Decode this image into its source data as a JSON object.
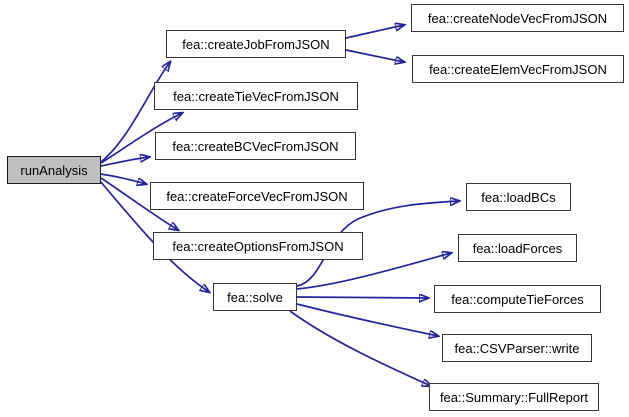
{
  "diagram": {
    "kind": "doxygen-call-graph",
    "root": "runAnalysis",
    "colors": {
      "edge": "#24249c",
      "node_border": "#383838",
      "node_fill": "#ffffff",
      "root_fill": "#bfbfbf",
      "text": "#000000",
      "background": "#ffffff"
    }
  },
  "nodes": [
    {
      "id": "runAnalysis",
      "label": "runAnalysis",
      "role": "root"
    },
    {
      "id": "createJobFromJSON",
      "label": "fea::createJobFromJSON",
      "role": "callee"
    },
    {
      "id": "createTieVecFromJSON",
      "label": "fea::createTieVecFromJSON",
      "role": "callee"
    },
    {
      "id": "createBCVecFromJSON",
      "label": "fea::createBCVecFromJSON",
      "role": "callee"
    },
    {
      "id": "createForceVecFromJSON",
      "label": "fea::createForceVecFromJSON",
      "role": "callee"
    },
    {
      "id": "createOptionsFromJSON",
      "label": "fea::createOptionsFromJSON",
      "role": "callee"
    },
    {
      "id": "solve",
      "label": "fea::solve",
      "role": "callee"
    },
    {
      "id": "createNodeVecFromJSON",
      "label": "fea::createNodeVecFromJSON",
      "role": "callee"
    },
    {
      "id": "createElemVecFromJSON",
      "label": "fea::createElemVecFromJSON",
      "role": "callee"
    },
    {
      "id": "loadBCs",
      "label": "fea::loadBCs",
      "role": "callee"
    },
    {
      "id": "loadForces",
      "label": "fea::loadForces",
      "role": "callee"
    },
    {
      "id": "computeTieForces",
      "label": "fea::computeTieForces",
      "role": "callee"
    },
    {
      "id": "CSVParserWrite",
      "label": "fea::CSVParser::write",
      "role": "callee"
    },
    {
      "id": "SummaryFullReport",
      "label": "fea::Summary::FullReport",
      "role": "callee"
    }
  ],
  "edges": [
    {
      "from": "runAnalysis",
      "to": "fea::createJobFromJSON"
    },
    {
      "from": "runAnalysis",
      "to": "fea::createTieVecFromJSON"
    },
    {
      "from": "runAnalysis",
      "to": "fea::createBCVecFromJSON"
    },
    {
      "from": "runAnalysis",
      "to": "fea::createForceVecFromJSON"
    },
    {
      "from": "runAnalysis",
      "to": "fea::createOptionsFromJSON"
    },
    {
      "from": "runAnalysis",
      "to": "fea::solve"
    },
    {
      "from": "fea::createJobFromJSON",
      "to": "fea::createNodeVecFromJSON"
    },
    {
      "from": "fea::createJobFromJSON",
      "to": "fea::createElemVecFromJSON"
    },
    {
      "from": "fea::solve",
      "to": "fea::loadBCs"
    },
    {
      "from": "fea::solve",
      "to": "fea::loadForces"
    },
    {
      "from": "fea::solve",
      "to": "fea::computeTieForces"
    },
    {
      "from": "fea::solve",
      "to": "fea::CSVParser::write"
    },
    {
      "from": "fea::solve",
      "to": "fea::Summary::FullReport"
    }
  ]
}
